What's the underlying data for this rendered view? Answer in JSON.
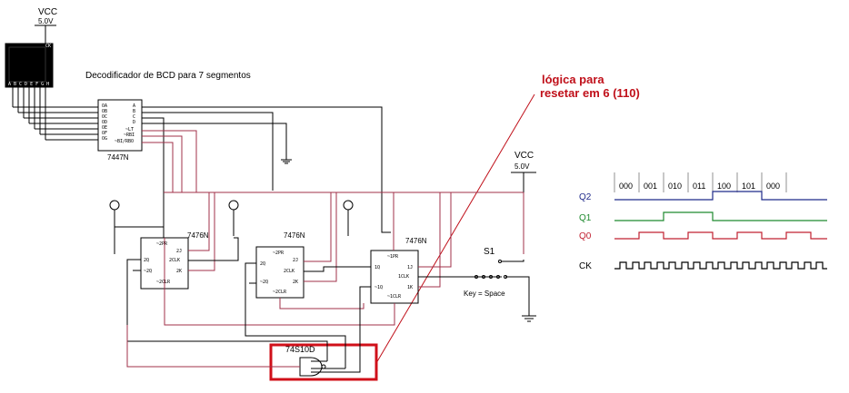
{
  "vcc_top": {
    "label": "VCC",
    "value": "5.0V"
  },
  "vcc_right": {
    "label": "VCC",
    "value": "5.0V"
  },
  "display": {
    "segments": "A B C D E F G H",
    "corner": "CK"
  },
  "decoder": {
    "title": "Decodificador de BCD para 7 segmentos",
    "part": "7447N",
    "left_pins": [
      "OA",
      "OB",
      "OC",
      "OD",
      "OE",
      "OF",
      "OG"
    ],
    "right_pins": [
      "A",
      "B",
      "C",
      "D",
      "~LT",
      "~RBI",
      "~BI/RBO"
    ]
  },
  "flipflops": [
    {
      "part": "7476N",
      "pins": [
        "~2PR",
        "2J",
        "2Q",
        "2CLK",
        "~2Q",
        "2K",
        "~2CLR"
      ]
    },
    {
      "part": "7476N",
      "pins": [
        "~2PR",
        "2J",
        "2Q",
        "2CLK",
        "~2Q",
        "2K",
        "~2CLR"
      ]
    },
    {
      "part": "7476N",
      "pins": [
        "~1PR",
        "1Q",
        "1J",
        "1CLK",
        "~1Q",
        "1K",
        "~1CLR"
      ]
    }
  ],
  "nand": {
    "part": "74S10D"
  },
  "switch": {
    "name": "S1",
    "key": "Key = Space"
  },
  "annotation": {
    "line1": "lógica para",
    "line2": "resetar em 6 (110)"
  },
  "timing": {
    "states": [
      "000",
      "001",
      "010",
      "011",
      "100",
      "101",
      "000"
    ],
    "signals": [
      {
        "name": "Q2",
        "color": "#1f2a8a"
      },
      {
        "name": "Q1",
        "color": "#1e8a2e"
      },
      {
        "name": "Q0",
        "color": "#c02030"
      },
      {
        "name": "CK",
        "color": "#000000"
      }
    ]
  }
}
